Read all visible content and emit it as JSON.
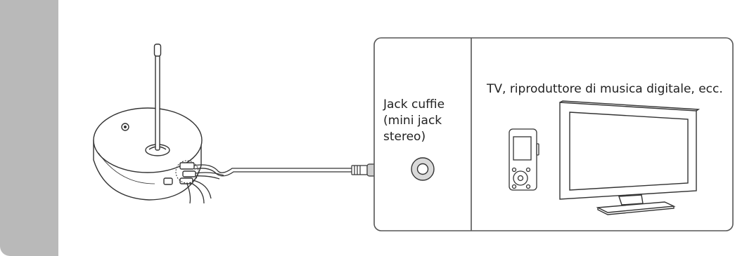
{
  "jack_label_lines": [
    "Jack cuffie",
    "(mini jack",
    "stereo)"
  ],
  "device_label": "TV, riproduttore di musica digitale, ecc.",
  "colors": {
    "side_tab": "#b9b9b9",
    "outline": "#333333",
    "panel_border": "#555555",
    "jack_fill": "#d9d9d9",
    "tv_screen": "#ffffff"
  }
}
